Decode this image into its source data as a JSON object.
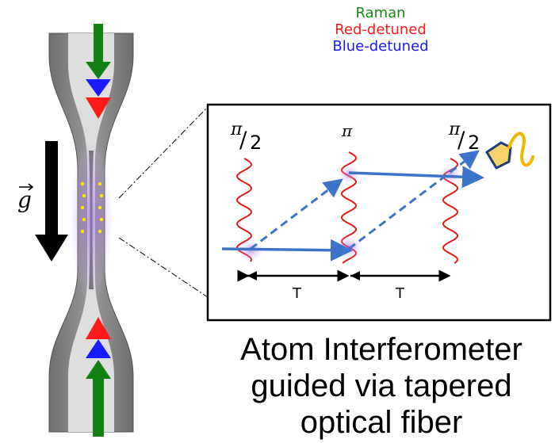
{
  "legend": {
    "raman": "Raman",
    "red_detuned": "Red-detuned",
    "blue_detuned": "Blue-detuned",
    "colors": {
      "raman": "#1a8a1a",
      "red": "#ff1a1a",
      "blue": "#1a1aff"
    }
  },
  "gravity_symbol": "g",
  "pulses": {
    "first_pi": "π",
    "first_den": "2",
    "middle": "π",
    "last_pi": "π",
    "last_den": "2"
  },
  "interval_labels": [
    "T",
    "T"
  ],
  "caption": {
    "line1": "Atom Interferometer",
    "line2": "guided via tapered",
    "line3": "optical fiber"
  },
  "icons": [
    "detector-icon",
    "signal-wave-icon",
    "gravity-arrow-icon"
  ],
  "colors": {
    "fiber_outer": "#7a7a7a",
    "fiber_core": "#dcdcdc",
    "glow": "#b58ce8",
    "atoms": "#ffe600",
    "beam_path": "#3b74c9",
    "laser_pulse": "#e31a1a",
    "detector": "#f6d36a",
    "signal_wave": "#f2b800"
  }
}
